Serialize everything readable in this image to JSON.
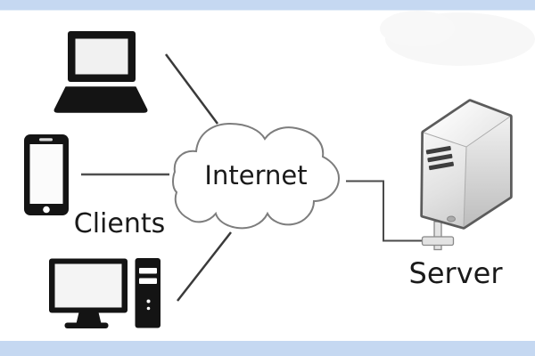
{
  "diagram": {
    "title_context": "Client-server network diagram",
    "labels": {
      "internet": "Internet",
      "clients": "Clients",
      "server": "Server"
    },
    "nodes": [
      {
        "id": "laptop",
        "icon": "laptop-icon",
        "role": "client"
      },
      {
        "id": "smartphone",
        "icon": "smartphone-icon",
        "role": "client"
      },
      {
        "id": "desktop",
        "icon": "desktop-computer-icon",
        "role": "client"
      },
      {
        "id": "internet",
        "icon": "cloud-icon",
        "label": "Internet"
      },
      {
        "id": "server",
        "icon": "server-tower-icon",
        "label": "Server"
      }
    ],
    "connections": [
      {
        "from": "laptop",
        "to": "internet"
      },
      {
        "from": "smartphone",
        "to": "internet"
      },
      {
        "from": "desktop",
        "to": "internet"
      },
      {
        "from": "internet",
        "to": "server"
      }
    ],
    "colors": {
      "banner_blue": "#c5d8f1",
      "icon_black": "#141414",
      "connector_line": "#3a3a3a",
      "cloud_stroke": "#7d7d7d",
      "text": "#1a1a1a"
    }
  }
}
